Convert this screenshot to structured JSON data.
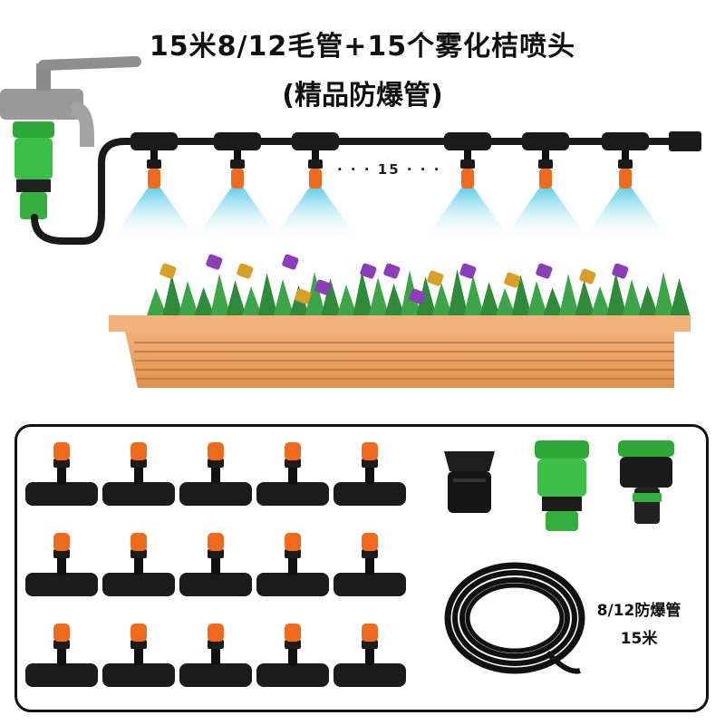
{
  "header": {
    "title_line1": "15米8/12毛管+15个雾化桔喷头",
    "title_line2": "(精品防爆管)"
  },
  "scene": {
    "nozzle_count_label": "· · · 15 · · ·"
  },
  "kit": {
    "hose_label_line1": "8/12防爆管",
    "hose_label_line2": "15米"
  },
  "colors": {
    "nozzle_orange": "#ee6a1f",
    "fitting_black": "#1b1b1b",
    "connector_green": "#2fa83a",
    "planter_wood": "#e9a064",
    "mist_blue": "#7fd6ea"
  }
}
